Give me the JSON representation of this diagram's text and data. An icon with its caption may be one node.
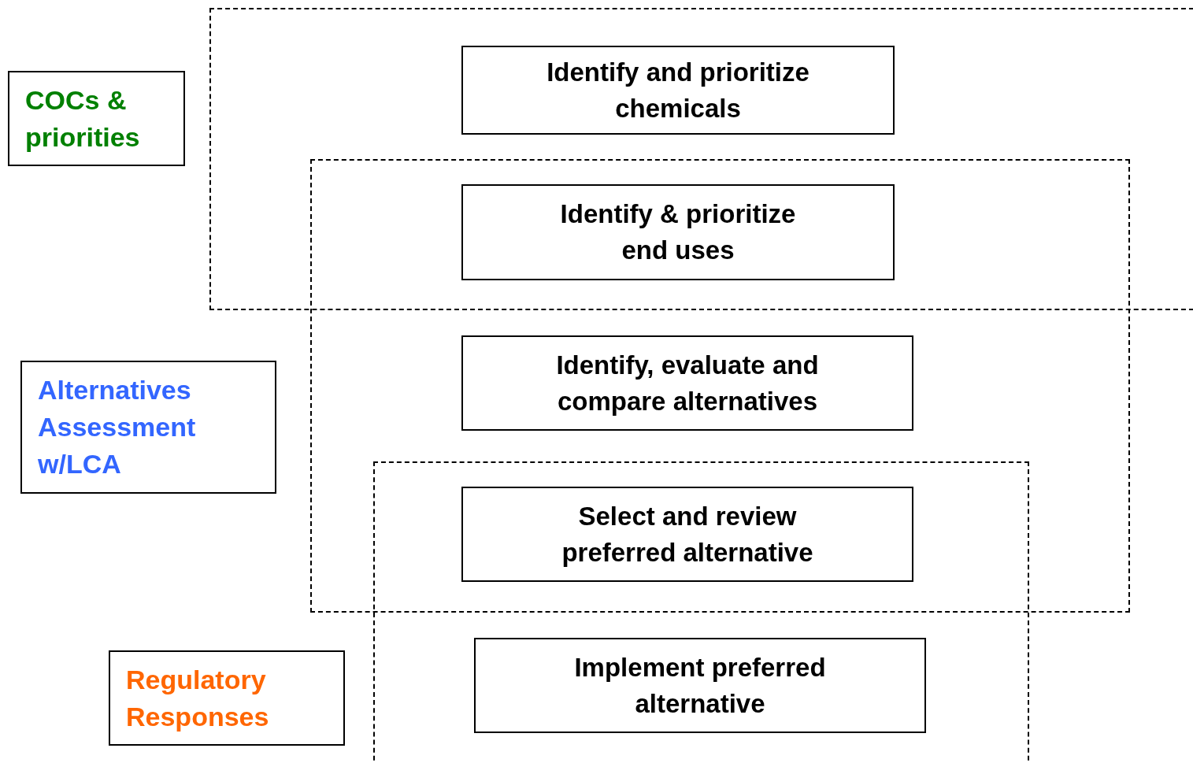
{
  "diagram": {
    "nodes": [
      {
        "text": [],
        "shape": "box"
      },
      {
        "text": [
          "Identify and prioritize chemicals"
        ],
        "in": 0
      },
      {
        "text": [
          "COCs & priorities"
        ]
      },
      {
        "text": [],
        "shape": "box"
      },
      {
        "text": [
          "Identify & prioritize end uses"
        ]
      },
      {
        "text": [
          "Identify, evaluate and compare alternatives"
        ],
        "in": 3
      },
      {
        "text": [
          "Alternatives Assessment w/LCA"
        ]
      },
      {
        "text": [],
        "shape": "box"
      },
      {
        "text": [
          "Select and review preferred alternative"
        ]
      },
      {
        "text": [
          "Implement preferred alternative"
        ],
        "in": 7
      },
      {
        "text": [
          "Regulatory Responses"
        ]
      }
    ]
  }
}
